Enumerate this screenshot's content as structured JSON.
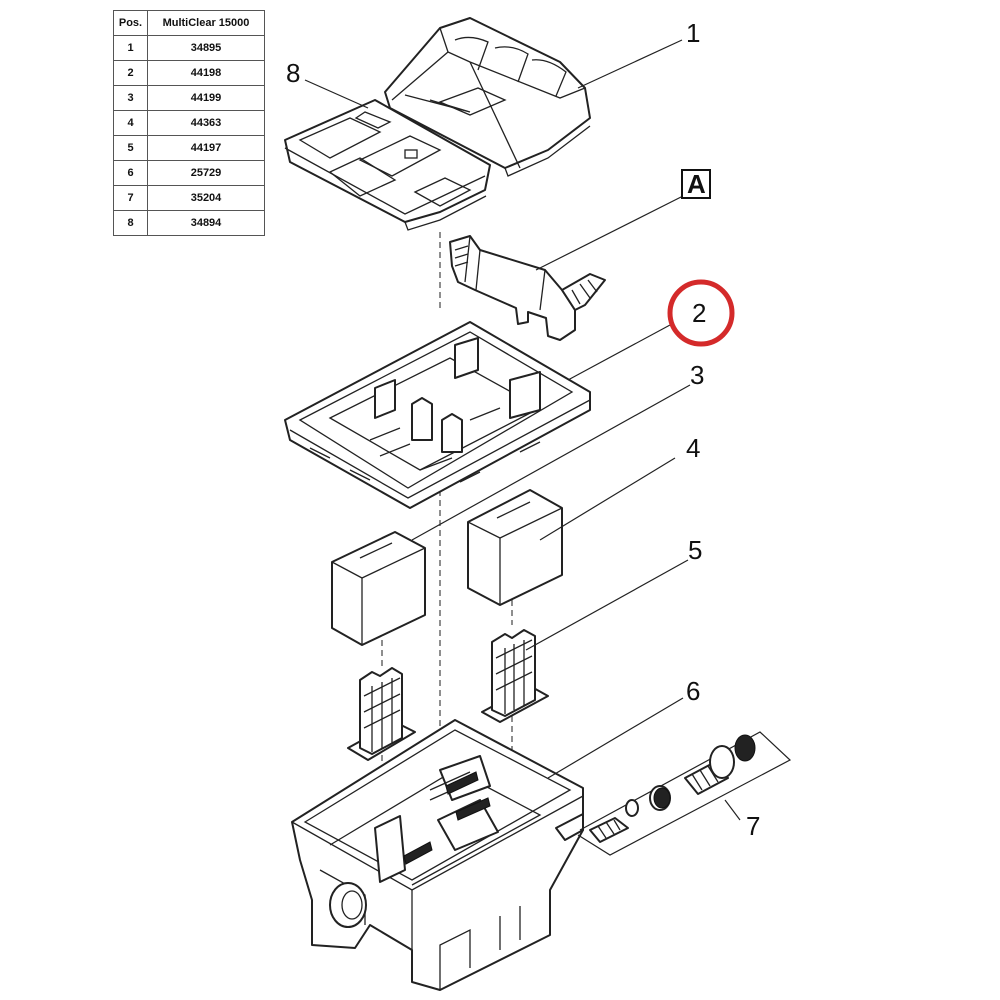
{
  "table": {
    "header": {
      "pos": "Pos.",
      "model": "MultiClear 15000"
    },
    "rows": [
      {
        "pos": "1",
        "article": "34895"
      },
      {
        "pos": "2",
        "article": "44198"
      },
      {
        "pos": "3",
        "article": "44199"
      },
      {
        "pos": "4",
        "article": "44363"
      },
      {
        "pos": "5",
        "article": "44197"
      },
      {
        "pos": "6",
        "article": "25729"
      },
      {
        "pos": "7",
        "article": "35204"
      },
      {
        "pos": "8",
        "article": "34894"
      }
    ]
  },
  "callouts": {
    "c1": "1",
    "c8": "8",
    "cA": "A",
    "c2": "2",
    "c3": "3",
    "c4": "4",
    "c5": "5",
    "c6": "6",
    "c7": "7"
  },
  "highlight": {
    "item": "2",
    "color": "#d42a2a"
  }
}
